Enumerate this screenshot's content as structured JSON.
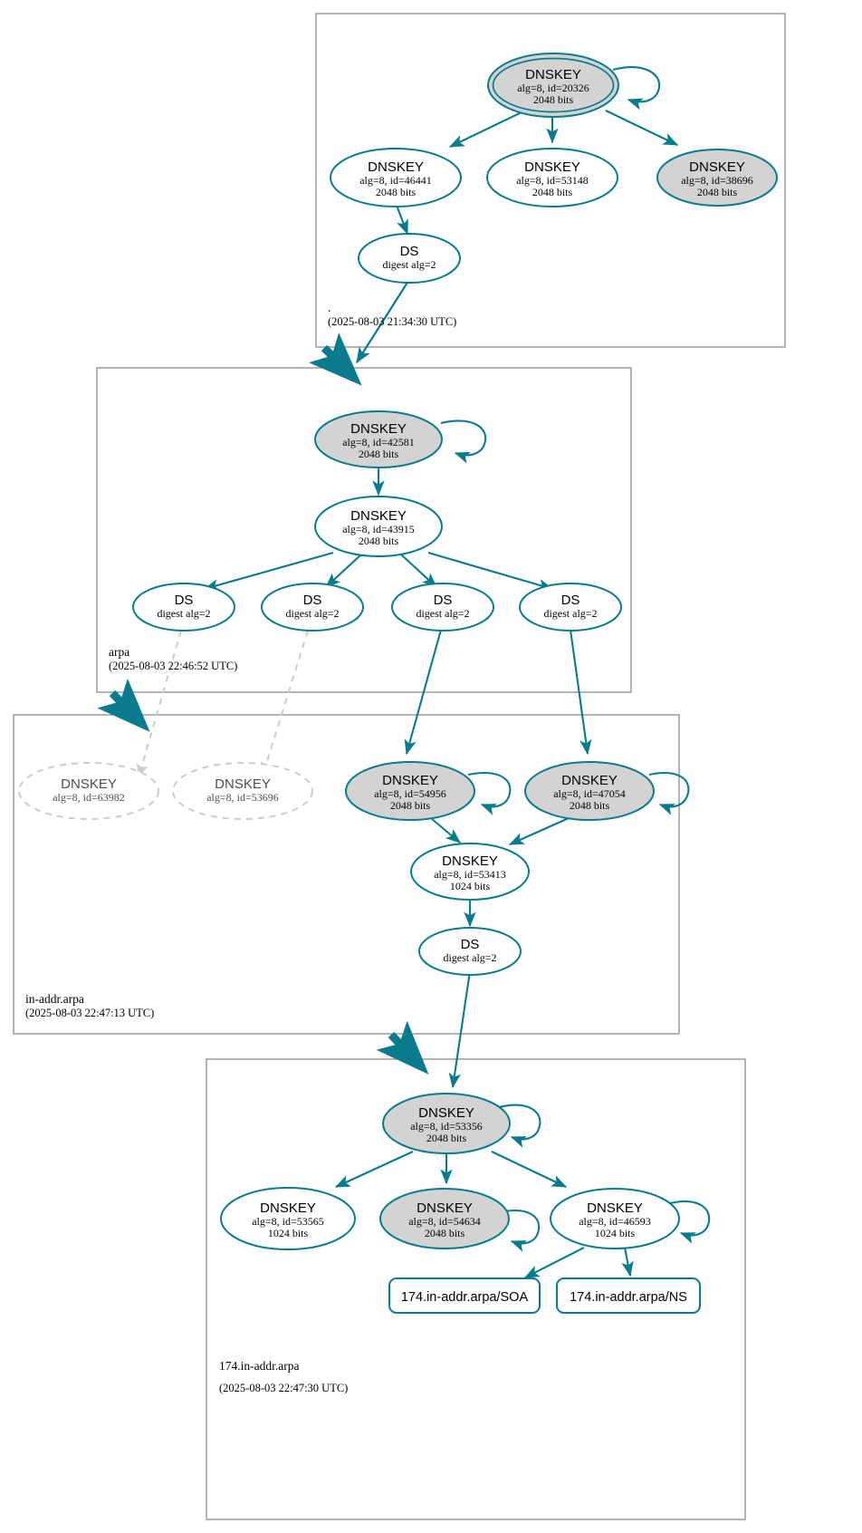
{
  "diagram": {
    "type": "dnssec-authentication-chain",
    "colors": {
      "edge": "#0a7b8c",
      "node_stroke": "#0a7b8c",
      "secure_fill": "#d3d3d3",
      "plain_fill": "#ffffff",
      "insecure_stroke": "#bfbfbf",
      "zone_border": "#808080",
      "text": "#000000"
    },
    "zones": [
      {
        "id": "root",
        "name": ".",
        "timestamp": "(2025-08-03 21:34:30 UTC)",
        "nodes": [
          {
            "id": "r-20326",
            "kind": "DNSKEY",
            "title": "DNSKEY",
            "line2": "alg=8, id=20326",
            "line3": "2048 bits",
            "style": "secure-ksk",
            "self_sign": true
          },
          {
            "id": "r-46441",
            "kind": "DNSKEY",
            "title": "DNSKEY",
            "line2": "alg=8, id=46441",
            "line3": "2048 bits",
            "style": "plain",
            "self_sign": false
          },
          {
            "id": "r-53148",
            "kind": "DNSKEY",
            "title": "DNSKEY",
            "line2": "alg=8, id=53148",
            "line3": "2048 bits",
            "style": "plain",
            "self_sign": false
          },
          {
            "id": "r-38696",
            "kind": "DNSKEY",
            "title": "DNSKEY",
            "line2": "alg=8, id=38696",
            "line3": "2048 bits",
            "style": "secure",
            "self_sign": false
          },
          {
            "id": "r-ds",
            "kind": "DS",
            "title": "DS",
            "line2": "digest alg=2",
            "line3": "",
            "style": "plain",
            "self_sign": false
          }
        ]
      },
      {
        "id": "arpa",
        "name": "arpa",
        "timestamp": "(2025-08-03 22:46:52 UTC)",
        "nodes": [
          {
            "id": "a-42581",
            "kind": "DNSKEY",
            "title": "DNSKEY",
            "line2": "alg=8, id=42581",
            "line3": "2048 bits",
            "style": "secure",
            "self_sign": true
          },
          {
            "id": "a-43915",
            "kind": "DNSKEY",
            "title": "DNSKEY",
            "line2": "alg=8, id=43915",
            "line3": "2048 bits",
            "style": "plain",
            "self_sign": false
          },
          {
            "id": "a-ds1",
            "kind": "DS",
            "title": "DS",
            "line2": "digest alg=2",
            "line3": "",
            "style": "plain",
            "self_sign": false
          },
          {
            "id": "a-ds2",
            "kind": "DS",
            "title": "DS",
            "line2": "digest alg=2",
            "line3": "",
            "style": "plain",
            "self_sign": false
          },
          {
            "id": "a-ds3",
            "kind": "DS",
            "title": "DS",
            "line2": "digest alg=2",
            "line3": "",
            "style": "plain",
            "self_sign": false
          },
          {
            "id": "a-ds4",
            "kind": "DS",
            "title": "DS",
            "line2": "digest alg=2",
            "line3": "",
            "style": "plain",
            "self_sign": false
          }
        ]
      },
      {
        "id": "in-addr-arpa",
        "name": "in-addr.arpa",
        "timestamp": "(2025-08-03 22:47:13 UTC)",
        "nodes": [
          {
            "id": "i-63982",
            "kind": "DNSKEY",
            "title": "DNSKEY",
            "line2": "alg=8, id=63982",
            "line3": "",
            "style": "insecure",
            "self_sign": false
          },
          {
            "id": "i-53696",
            "kind": "DNSKEY",
            "title": "DNSKEY",
            "line2": "alg=8, id=53696",
            "line3": "",
            "style": "insecure",
            "self_sign": false
          },
          {
            "id": "i-54956",
            "kind": "DNSKEY",
            "title": "DNSKEY",
            "line2": "alg=8, id=54956",
            "line3": "2048 bits",
            "style": "secure",
            "self_sign": true
          },
          {
            "id": "i-47054",
            "kind": "DNSKEY",
            "title": "DNSKEY",
            "line2": "alg=8, id=47054",
            "line3": "2048 bits",
            "style": "secure",
            "self_sign": true
          },
          {
            "id": "i-53413",
            "kind": "DNSKEY",
            "title": "DNSKEY",
            "line2": "alg=8, id=53413",
            "line3": "1024 bits",
            "style": "plain",
            "self_sign": false
          },
          {
            "id": "i-ds",
            "kind": "DS",
            "title": "DS",
            "line2": "digest alg=2",
            "line3": "",
            "style": "plain",
            "self_sign": false
          }
        ]
      },
      {
        "id": "174-in-addr-arpa",
        "name": "174.in-addr.arpa",
        "timestamp": "(2025-08-03 22:47:30 UTC)",
        "nodes": [
          {
            "id": "z-53356",
            "kind": "DNSKEY",
            "title": "DNSKEY",
            "line2": "alg=8, id=53356",
            "line3": "2048 bits",
            "style": "secure",
            "self_sign": true
          },
          {
            "id": "z-53565",
            "kind": "DNSKEY",
            "title": "DNSKEY",
            "line2": "alg=8, id=53565",
            "line3": "1024 bits",
            "style": "plain",
            "self_sign": false
          },
          {
            "id": "z-54634",
            "kind": "DNSKEY",
            "title": "DNSKEY",
            "line2": "alg=8, id=54634",
            "line3": "2048 bits",
            "style": "secure",
            "self_sign": true
          },
          {
            "id": "z-46593",
            "kind": "DNSKEY",
            "title": "DNSKEY",
            "line2": "alg=8, id=46593",
            "line3": "1024 bits",
            "style": "plain",
            "self_sign": true
          },
          {
            "id": "z-soa",
            "kind": "RRSET",
            "title": "174.in-addr.arpa/SOA",
            "line2": "",
            "line3": "",
            "style": "plain",
            "self_sign": false
          },
          {
            "id": "z-ns",
            "kind": "RRSET",
            "title": "174.in-addr.arpa/NS",
            "line2": "",
            "line3": "",
            "style": "plain",
            "self_sign": false
          }
        ]
      }
    ]
  }
}
